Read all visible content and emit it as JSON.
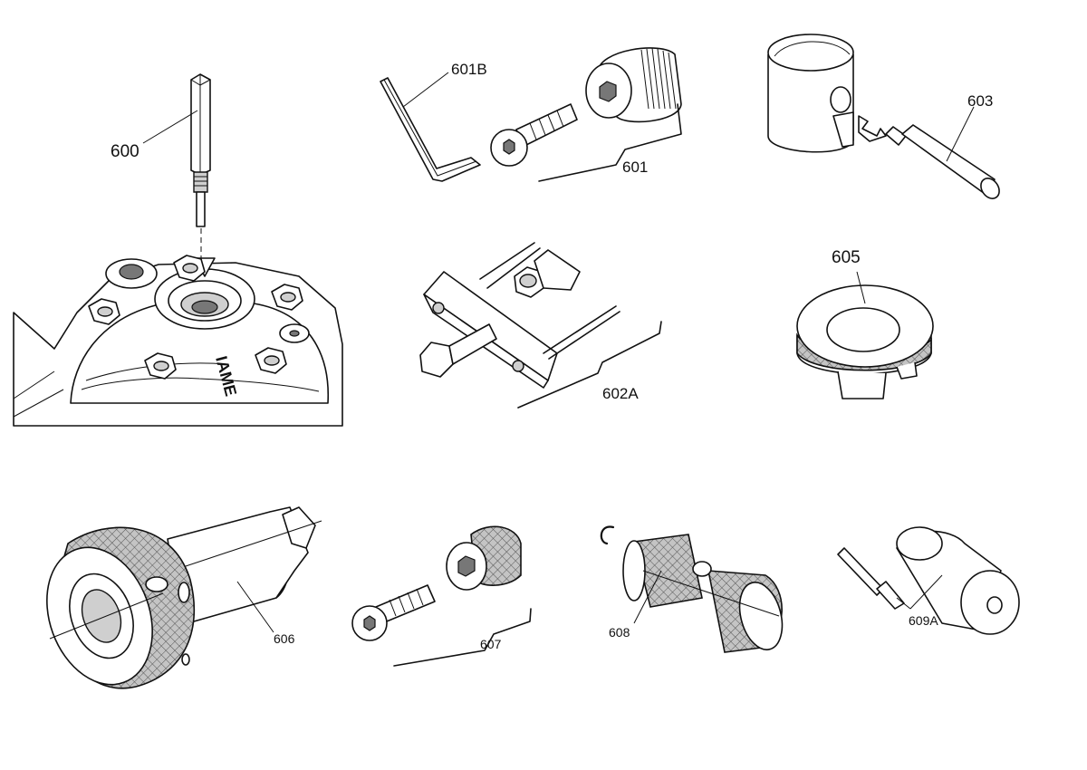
{
  "labels": {
    "t600": "600",
    "t601b": "601B",
    "t601": "601",
    "t603": "603",
    "t602a": "602A",
    "t605": "605",
    "t606": "606",
    "t607": "607",
    "t608": "608",
    "t609a": "609A"
  },
  "engraving": "IAME",
  "colors": {
    "line": "#111111",
    "background": "#ffffff",
    "knurl_fill": "#bdbdbd"
  }
}
